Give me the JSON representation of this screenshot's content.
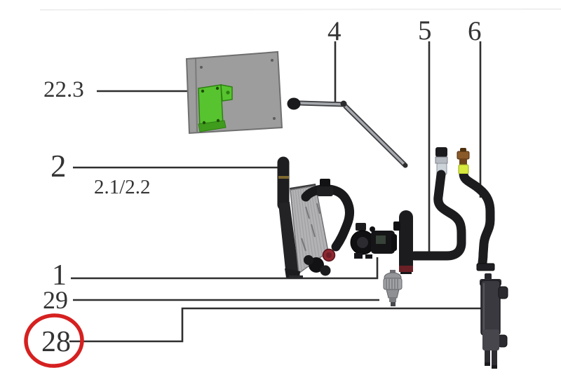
{
  "labels": {
    "part_22_3": "22.3",
    "part_2": "2",
    "part_2_1_2_2": "2.1/2.2",
    "part_4": "4",
    "part_5": "5",
    "part_6": "6",
    "part_1": "1",
    "part_29": "29",
    "part_28": "28"
  },
  "highlight": {
    "circled_label": "28",
    "circle_color": "#d62020"
  },
  "colors": {
    "leader_line": "#2f2f2f",
    "panel_gray": "#9d9d9d",
    "bracket_green": "#57c42f",
    "bracket_green_dark": "#2e7f12",
    "core_gray": "#b3b3b5",
    "hose_black": "#1c1c1f",
    "ring_red": "#8e2830",
    "band_dark_red": "#6b2026",
    "band_yellow": "#d8e93e",
    "cap_brown": "#8a5a28",
    "band_silver": "#b5bac0",
    "connector_light": "#ccd4da"
  }
}
